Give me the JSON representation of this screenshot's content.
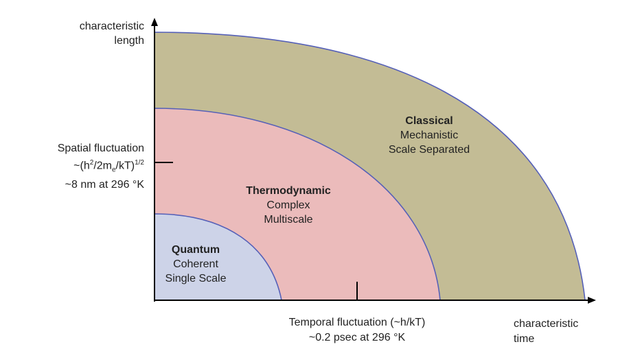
{
  "axes": {
    "y_label_line1": "characteristic",
    "y_label_line2": "length",
    "x_label_line1": "characteristic",
    "x_label_line2": "time"
  },
  "regions": [
    {
      "name": "Quantum",
      "line1": "Coherent",
      "line2": "Single Scale",
      "color": "#cdd3e8"
    },
    {
      "name": "Thermodynamic",
      "line1": "Complex",
      "line2": "Multiscale",
      "color": "#ebbbbb"
    },
    {
      "name": "Classical",
      "line1": "Mechanistic",
      "line2": "Scale Separated",
      "color": "#c3bc95"
    }
  ],
  "boundary_color": "#5560b8",
  "spatial": {
    "line1": "Spatial fluctuation",
    "prefix": "~(h",
    "sup1": "2",
    "mid": "/2m",
    "sub": "e",
    "suffix": "/kT)",
    "sup2": "1/2",
    "line3": "~8 nm at 296 °K"
  },
  "temporal": {
    "line1": "Temporal fluctuation (~h/kT)",
    "line2": "~0.2 psec at 296 °K"
  }
}
